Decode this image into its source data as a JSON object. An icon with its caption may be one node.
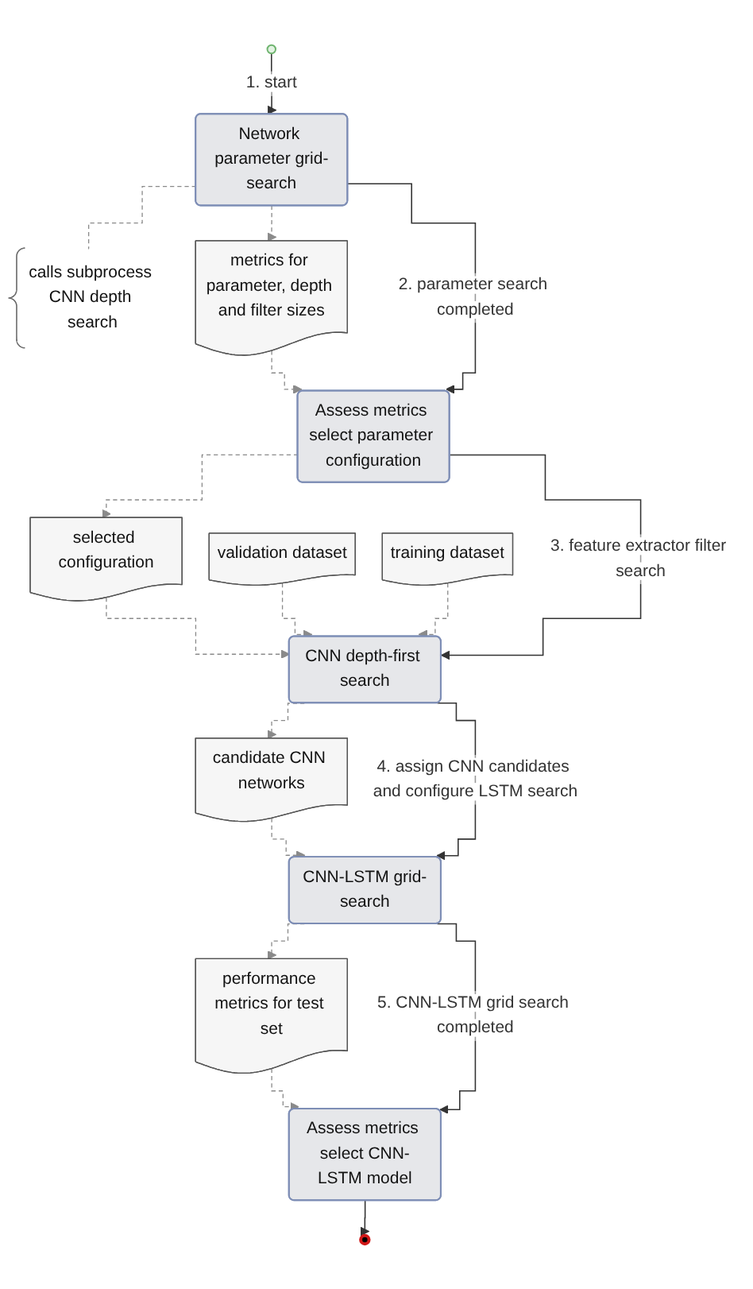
{
  "diagram": {
    "nodes": [
      {
        "text": [],
        "shape": "circle"
      },
      {
        "text": [
          "Network parameter grid-search"
        ]
      },
      {
        "text": [
          "calls subprocess CNN depth search"
        ]
      },
      {
        "text": [
          "metrics for parameter, depth and filter sizes"
        ]
      },
      {
        "text": [
          "Assess metrics select parameter configuration"
        ]
      },
      {
        "text": [
          "selected configuration"
        ]
      },
      {
        "text": [
          "validation dataset"
        ]
      },
      {
        "text": [
          "training dataset"
        ]
      },
      {
        "text": [
          "CNN depth-first search"
        ]
      },
      {
        "text": [
          "candidate CNN networks"
        ]
      },
      {
        "text": [
          "CNN-LSTM grid-search"
        ]
      },
      {
        "text": [
          "performance metrics for test set"
        ]
      },
      {
        "text": [
          "Assess metrics select CNN-LSTM model"
        ]
      },
      {
        "text": [],
        "shape": "circle"
      }
    ],
    "edges": [
      {
        "from": 0,
        "to": 1,
        "arrow": "to",
        "label": "1. start"
      },
      {
        "from": 1,
        "to": 2,
        "arrow": "none",
        "style": "dashed"
      },
      {
        "from": 1,
        "to": 3,
        "arrow": "to",
        "style": "dashed"
      },
      {
        "from": 3,
        "to": 4,
        "arrow": "to",
        "style": "dashed"
      },
      {
        "from": 1,
        "to": 4,
        "arrow": "to",
        "label": "2. parameter search completed"
      },
      {
        "from": 4,
        "to": 5,
        "arrow": "to",
        "style": "dashed"
      },
      {
        "from": 5,
        "to": 8,
        "arrow": "to",
        "style": "dashed"
      },
      {
        "from": 6,
        "to": 8,
        "arrow": "to",
        "style": "dashed"
      },
      {
        "from": 7,
        "to": 8,
        "arrow": "to",
        "style": "dashed"
      },
      {
        "from": 4,
        "to": 8,
        "arrow": "to",
        "label": "3. feature extractor filter search"
      },
      {
        "from": 8,
        "to": 9,
        "arrow": "to",
        "style": "dashed"
      },
      {
        "from": 9,
        "to": 10,
        "arrow": "to",
        "style": "dashed"
      },
      {
        "from": 8,
        "to": 10,
        "arrow": "to",
        "label": "4. assign CNN candidates and configure LSTM search"
      },
      {
        "from": 10,
        "to": 11,
        "arrow": "to",
        "style": "dashed"
      },
      {
        "from": 11,
        "to": 12,
        "arrow": "to",
        "style": "dashed"
      },
      {
        "from": 10,
        "to": 12,
        "arrow": "to",
        "label": "5. CNN-LSTM grid search completed"
      },
      {
        "from": 12,
        "to": 13,
        "arrow": "to"
      }
    ]
  }
}
